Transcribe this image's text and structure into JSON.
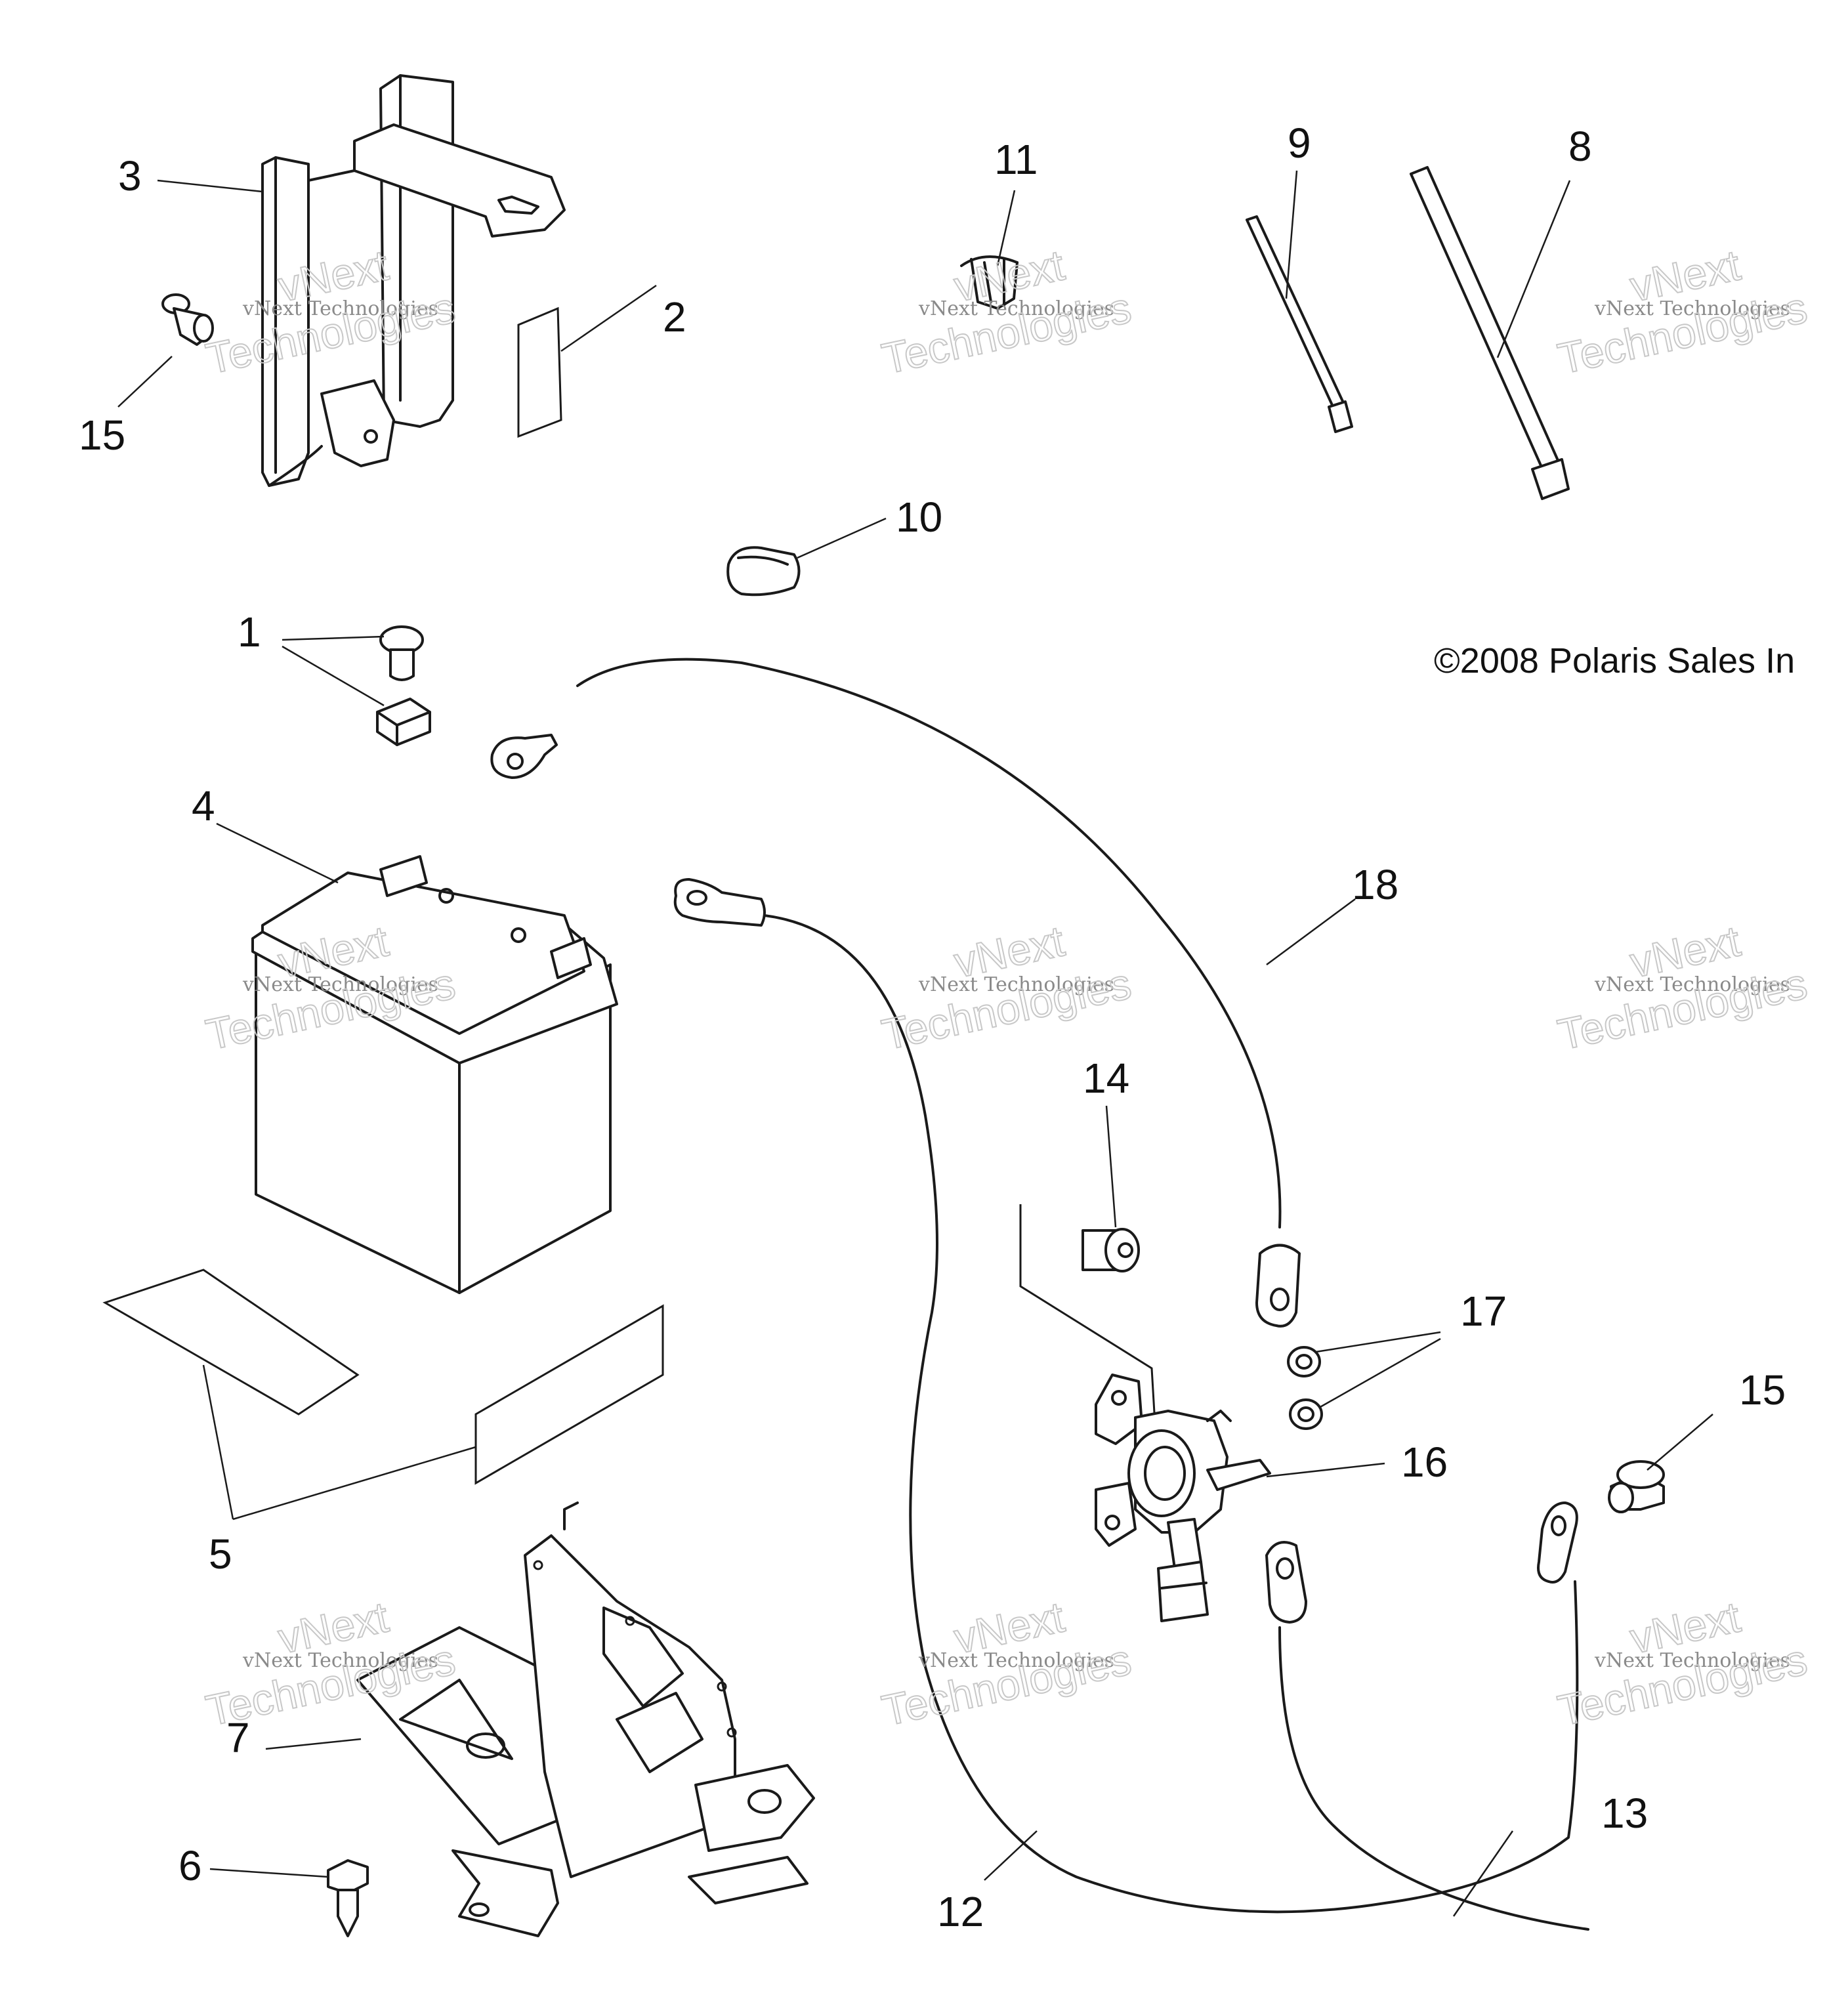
{
  "callouts": {
    "c1": "1",
    "c2": "2",
    "c3": "3",
    "c4": "4",
    "c5": "5",
    "c6": "6",
    "c7": "7",
    "c8": "8",
    "c9": "9",
    "c10": "10",
    "c11": "11",
    "c12": "12",
    "c13": "13",
    "c14": "14",
    "c15a": "15",
    "c15b": "15",
    "c16": "16",
    "c17": "17",
    "c18": "18"
  },
  "copyright": "©2008 Polaris Sales In",
  "watermark": {
    "line1": "vNext Technologies",
    "line2": "vNext",
    "line3": "Technologies"
  }
}
